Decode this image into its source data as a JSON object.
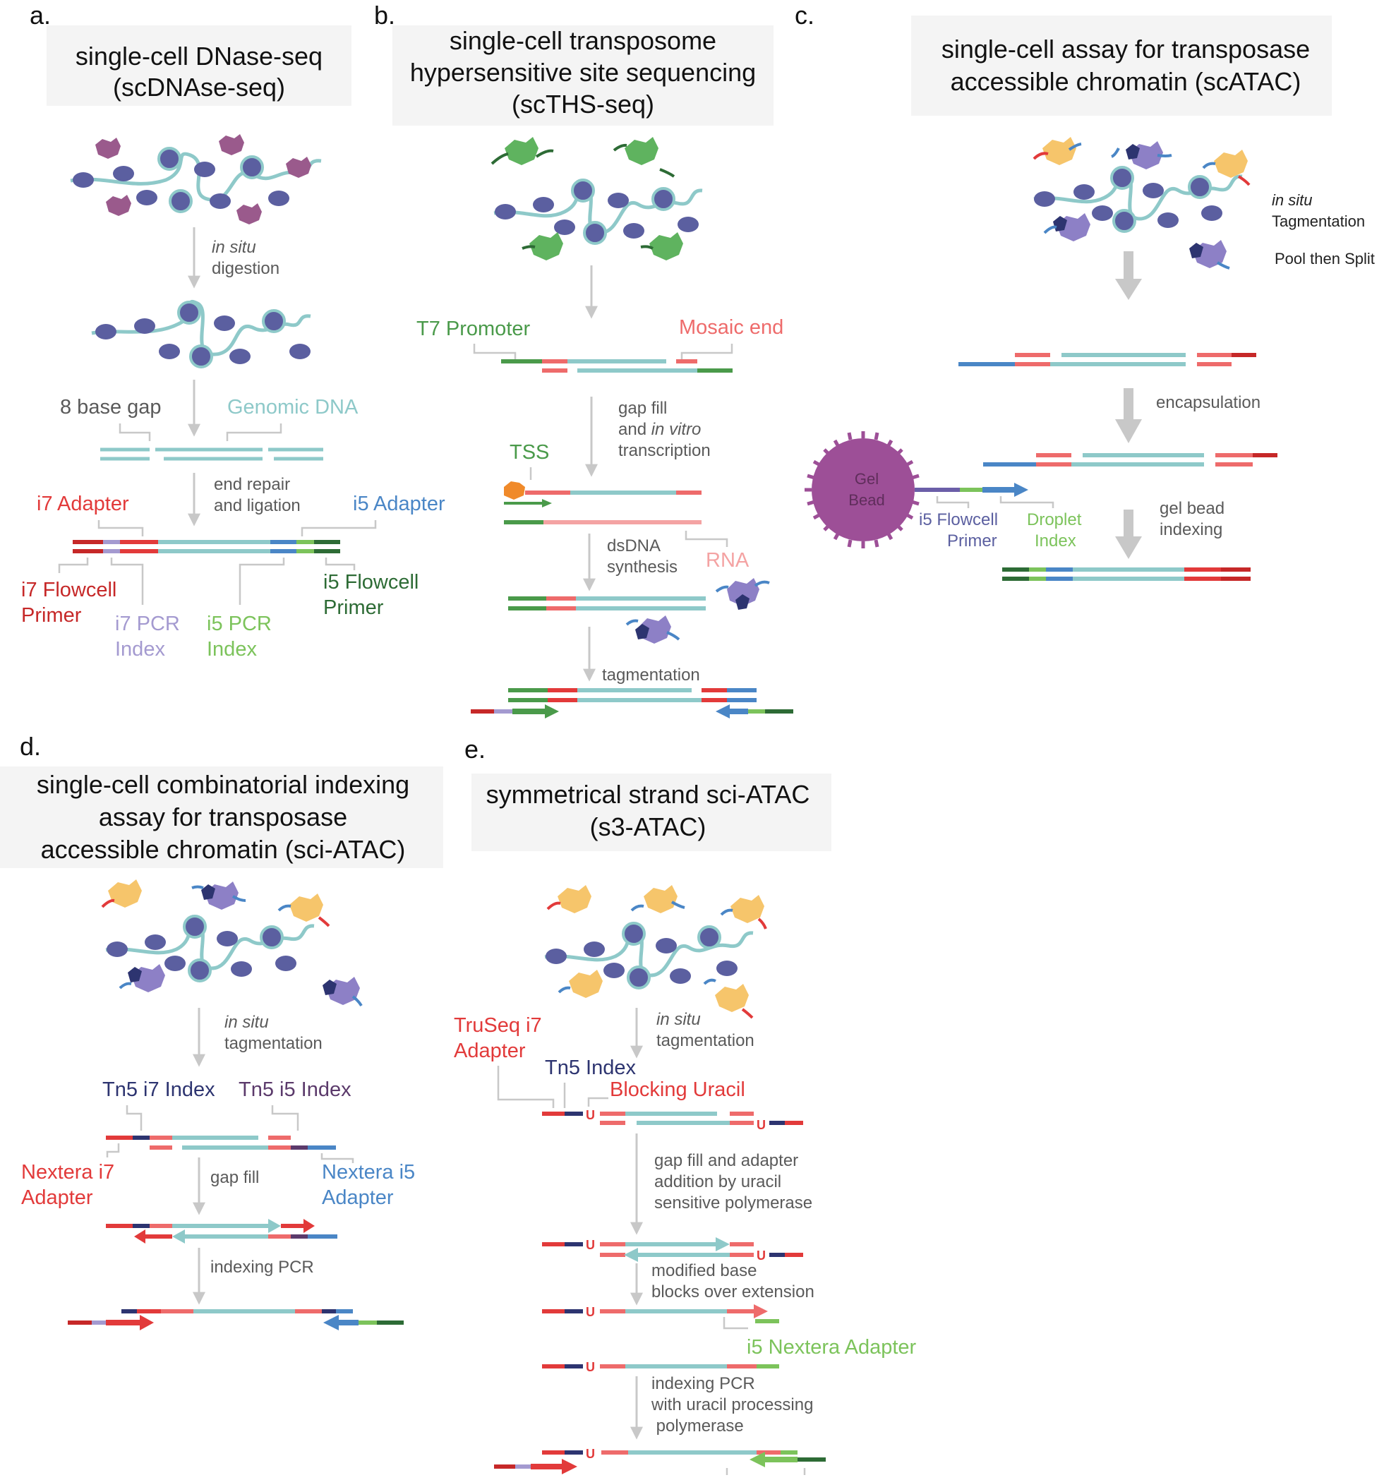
{
  "colors": {
    "title_box": "#f4f4f4",
    "nucleosome": "#5b5fa0",
    "dna_teal": "#8ec9c9",
    "red": "#e23a3a",
    "salmon": "#ee6b6b",
    "pink": "#f4a3a3",
    "blue": "#4a86c6",
    "lightgreen": "#7cc35b",
    "darkgreen": "#2d6b35",
    "purple_light": "#a49ad0",
    "navy": "#2d3470",
    "gray_text": "#5a5a5a",
    "arrow_gray": "#c8c8c8",
    "dnase": "#9a5a8c",
    "tn5_green": "#5fb35f",
    "tn5_orange": "#f6c56b",
    "tn5_purple": "#8d80c6",
    "tss_orange": "#f08a2a",
    "gel_bead": "#9d4f97"
  },
  "panels": {
    "a": {
      "letter": "a.",
      "title_lines": [
        "single-cell DNase-seq",
        "(scDNAse-seq)"
      ],
      "step1_lines": [
        "in situ",
        "digestion"
      ],
      "gap_label": "8 base gap",
      "genomic_label": "Genomic DNA",
      "step2_lines": [
        "end repair",
        "and ligation"
      ],
      "i7_adapter": "i7 Adapter",
      "i5_adapter": "i5 Adapter",
      "i7_flowcell": [
        "i7 Flowcell",
        "Primer"
      ],
      "i7_pcr": [
        "i7 PCR",
        "Index"
      ],
      "i5_pcr": [
        "i5 PCR",
        "Index"
      ],
      "i5_flowcell": [
        "i5 Flowcell",
        "Primer"
      ]
    },
    "b": {
      "letter": "b.",
      "title_lines": [
        "single-cell transposome",
        "hypersensitive site sequencing",
        "(scTHS-seq)"
      ],
      "t7": "T7 Promoter",
      "mosaic": "Mosaic end",
      "step1_lines": [
        "gap fill",
        "and ",
        "in vitro",
        "transcription"
      ],
      "tss": "TSS",
      "step2_lines": [
        "dsDNA",
        "synthesis"
      ],
      "rna": "RNA",
      "step3": "tagmentation"
    },
    "c": {
      "letter": "c.",
      "title_lines": [
        "single-cell assay for transposase",
        "accessible chromatin (scATAC)"
      ],
      "step1_lines": [
        "in situ",
        "Tagmentation"
      ],
      "step1b": "Pool then Split",
      "step2": "encapsulation",
      "bead_lines": [
        "Gel",
        "Bead"
      ],
      "i5_flowcell": [
        "i5 Flowcell",
        "Primer"
      ],
      "droplet": [
        "Droplet",
        "Index"
      ],
      "step3_lines": [
        "gel bead",
        "indexing"
      ]
    },
    "d": {
      "letter": "d.",
      "title_lines": [
        "single-cell combinatorial indexing",
        "assay for transposase",
        "accessible chromatin (sci-ATAC)"
      ],
      "step1_lines": [
        "in situ",
        "tagmentation"
      ],
      "tn5_i7": "Tn5 i7 Index",
      "tn5_i5": "Tn5 i5 Index",
      "nextera_i7": [
        "Nextera i7",
        "Adapter"
      ],
      "nextera_i5": [
        "Nextera i5",
        "Adapter"
      ],
      "step2": "gap fill",
      "step3": "indexing PCR"
    },
    "e": {
      "letter": "e.",
      "title_lines": [
        "symmetrical strand sci-ATAC",
        "(s3-ATAC)"
      ],
      "truseq": [
        "TruSeq i7",
        "Adapter"
      ],
      "step1_lines": [
        "in situ",
        "tagmentation"
      ],
      "tn5_index": "Tn5 Index",
      "blocking": "Blocking Uracil",
      "uracil": "U",
      "step2_lines": [
        "gap fill and adapter",
        "addition by uracil",
        "sensitive polymerase"
      ],
      "step3_lines": [
        "modified base",
        "blocks over extension"
      ],
      "i5_nextera": "i5 Nextera Adapter",
      "step4_lines": [
        "indexing PCR",
        "with uracil processing",
        " polymerase"
      ]
    }
  }
}
